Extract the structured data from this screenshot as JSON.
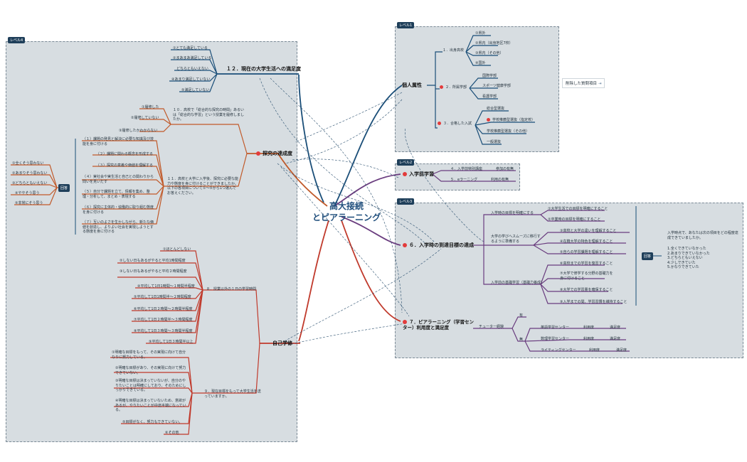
{
  "central": {
    "line1": "高大接続",
    "line2": "とピアラーニング"
  },
  "deleted_item": "削除した質問項目",
  "deleted_icon": "arrow-link-icon",
  "level_labels": {
    "l1": "レベル1",
    "l2": "レベル2",
    "l3": "レベル3",
    "l4": "レベル4"
  },
  "colors": {
    "navy": "#1a4e78",
    "purple": "#6a3d7f",
    "orange": "#c15a2a",
    "red": "#c0392b",
    "dot": "#e33b3b"
  },
  "personal": {
    "title": "個人属性",
    "groups": [
      {
        "label": "１．出身高校",
        "items": [
          "①県外",
          "②県内（出身地区7校）",
          "③県内（その他）",
          "④国外"
        ]
      },
      {
        "label": "２．所属学部",
        "items": [
          "国際学部",
          "スポーツ健康学部",
          "看護学部"
        ]
      },
      {
        "label": "３．合格した入試",
        "items": [
          "総合型選抜",
          "学校推薦型選抜（指定校）",
          "学校推薦型選抜（その他）",
          "一般選抜"
        ]
      }
    ]
  },
  "prep": {
    "title": "入学前学習",
    "items": [
      {
        "label": "４．入学前特別講座",
        "value": "参加の有無"
      },
      {
        "label": "５．eラーニング",
        "value": "利用の有無"
      }
    ]
  },
  "goals": {
    "title": "６．入学時の到達目標の達成",
    "groups": [
      {
        "label": "入学時の目標を明確にする",
        "items": [
          "①大学生活での目標を明確にすること",
          "②卒業時の目標を明確にすること"
        ]
      },
      {
        "label": "大学の学びへスムーズに移行するように準備する",
        "items": [
          "③高校と大学の違いを理解すること",
          "④在籍大学の特色を理解すること",
          "⑤自らの学習課題を理解すること"
        ]
      },
      {
        "label": "入学前の基礎学習（基礎力養成）",
        "items": [
          "⑥高校までの学習を復習すること",
          "⑦大学で修学する分野の基礎力を身に付けること",
          "⑧大学での学習量を確保すること",
          "⑨入学までの間、学習習慣を維持すること"
        ]
      }
    ],
    "question": "入学時点で、あなたは次の項目をどの程度達成できていましたか。",
    "answer_label": "回答",
    "scale": [
      "1.全くできていなかった",
      "2.あまりできていなかった",
      "3.どちらともいえない",
      "4.少しできていた",
      "5.かなりできていた"
    ]
  },
  "peer": {
    "title": "７．ピアラーニング（学習センター）利用度と満足度",
    "tutor": "チューター経験",
    "yes": "有",
    "no": "無",
    "centers": [
      {
        "name": "英語学習センター",
        "use": "利用度",
        "sat": "満足度"
      },
      {
        "name": "数理学習センター",
        "use": "利用度",
        "sat": "満足度"
      },
      {
        "name": "ライティングセンター",
        "use": "利用度",
        "sat": "満足度"
      }
    ]
  },
  "satisfaction": {
    "title": "１２．現在の大学生活への満足度",
    "items": [
      "①とても満足している",
      "②まあまあ満足している",
      "どちらともいえない",
      "④あまり満足していない",
      "⑤満足していない"
    ]
  },
  "inquiry": {
    "title": "探究の達成度",
    "q10": "１０．高校で「総合的な探究の時間」あるいは「総合的な学習」という授業を履修しましたか。",
    "q10_items": [
      "①履修した",
      "②履修していない",
      "③履修したかわからない"
    ],
    "q11": "１１．高校と大学に入学後、探究に必要な能力や態度を身に付けることができましたか。以下の各項目について①～⑤から1つ選んでお答えください。",
    "q11_items": [
      "（１）課題の発見と解決に必要な知識及び技能を身に付ける",
      "（２）課題に関わる概念を形成する",
      "（３）探究の意義や価値を理解する",
      "（４）実社会や実生活と自己との関わりから問いを見いだす",
      "（５）自分で課題を立て、情報を集め、整理・分析して、まとめ・表現する",
      "（６）探究に主体的・協働的に取り組む態度を身に付ける",
      "（７）互いのよさを生かしながら、新たな価値を創造し、よりよい社会を実現しようとする態度を身に付ける"
    ],
    "answer_label": "回答",
    "answers": [
      "①全くそう思わない",
      "②あまりそう思わない",
      "③どちらともいえない",
      "④ややそう思う",
      "⑤非常にそう思う"
    ]
  },
  "self": {
    "title": "自己学修",
    "q8": "８．授業以外の１日の学習時間",
    "q8_items": [
      "①ほとんどしない",
      "②しない日もあるがやると平均1時間程度",
      "③しない日もあるがやると平均２時間程度",
      "④平均して1日1時間～１時間半程度",
      "⑤平均して1日1時間半～２時間程度",
      "⑥平均して1日２時間～２時間半程度",
      "⑦平均して1日２時間半～３時間程度",
      "⑧平均して1日３時間～３時間半程度",
      "⑨平均して1日３時間半以上"
    ],
    "q9": "９．現在目標をもって大学生活を送っていますか。",
    "q9_items": [
      "①明確な目標をもって、その実現に向けて自分なりに努力している。",
      "②明確な目標があり、その実現に向けて努力できていない。",
      "③明確な目標は決まっていないが、自分のやりたいことは明確にしており、そのためにしっかりできている。",
      "④明確な目標は決まっていないため、意欲があるが、やりたいことが中途半端になっている。",
      "⑤目標がなく、努力もできていない。",
      "⑥その他"
    ]
  }
}
